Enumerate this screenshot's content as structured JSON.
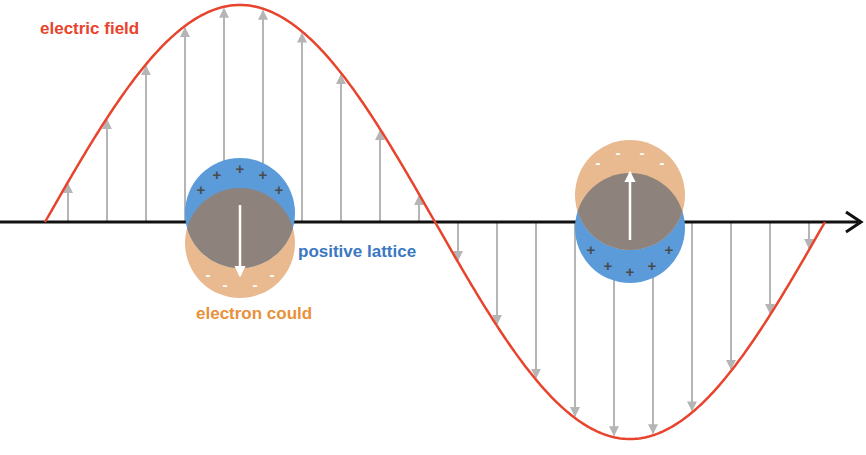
{
  "diagram": {
    "labels": [
      "electric field",
      "positive lattice",
      "electron could",
      "+",
      "+",
      "+",
      "+",
      "+",
      "-",
      "-",
      "-",
      "-",
      "-",
      "-",
      "-",
      "-",
      "+",
      "+",
      "+",
      "+",
      "+"
    ]
  }
}
